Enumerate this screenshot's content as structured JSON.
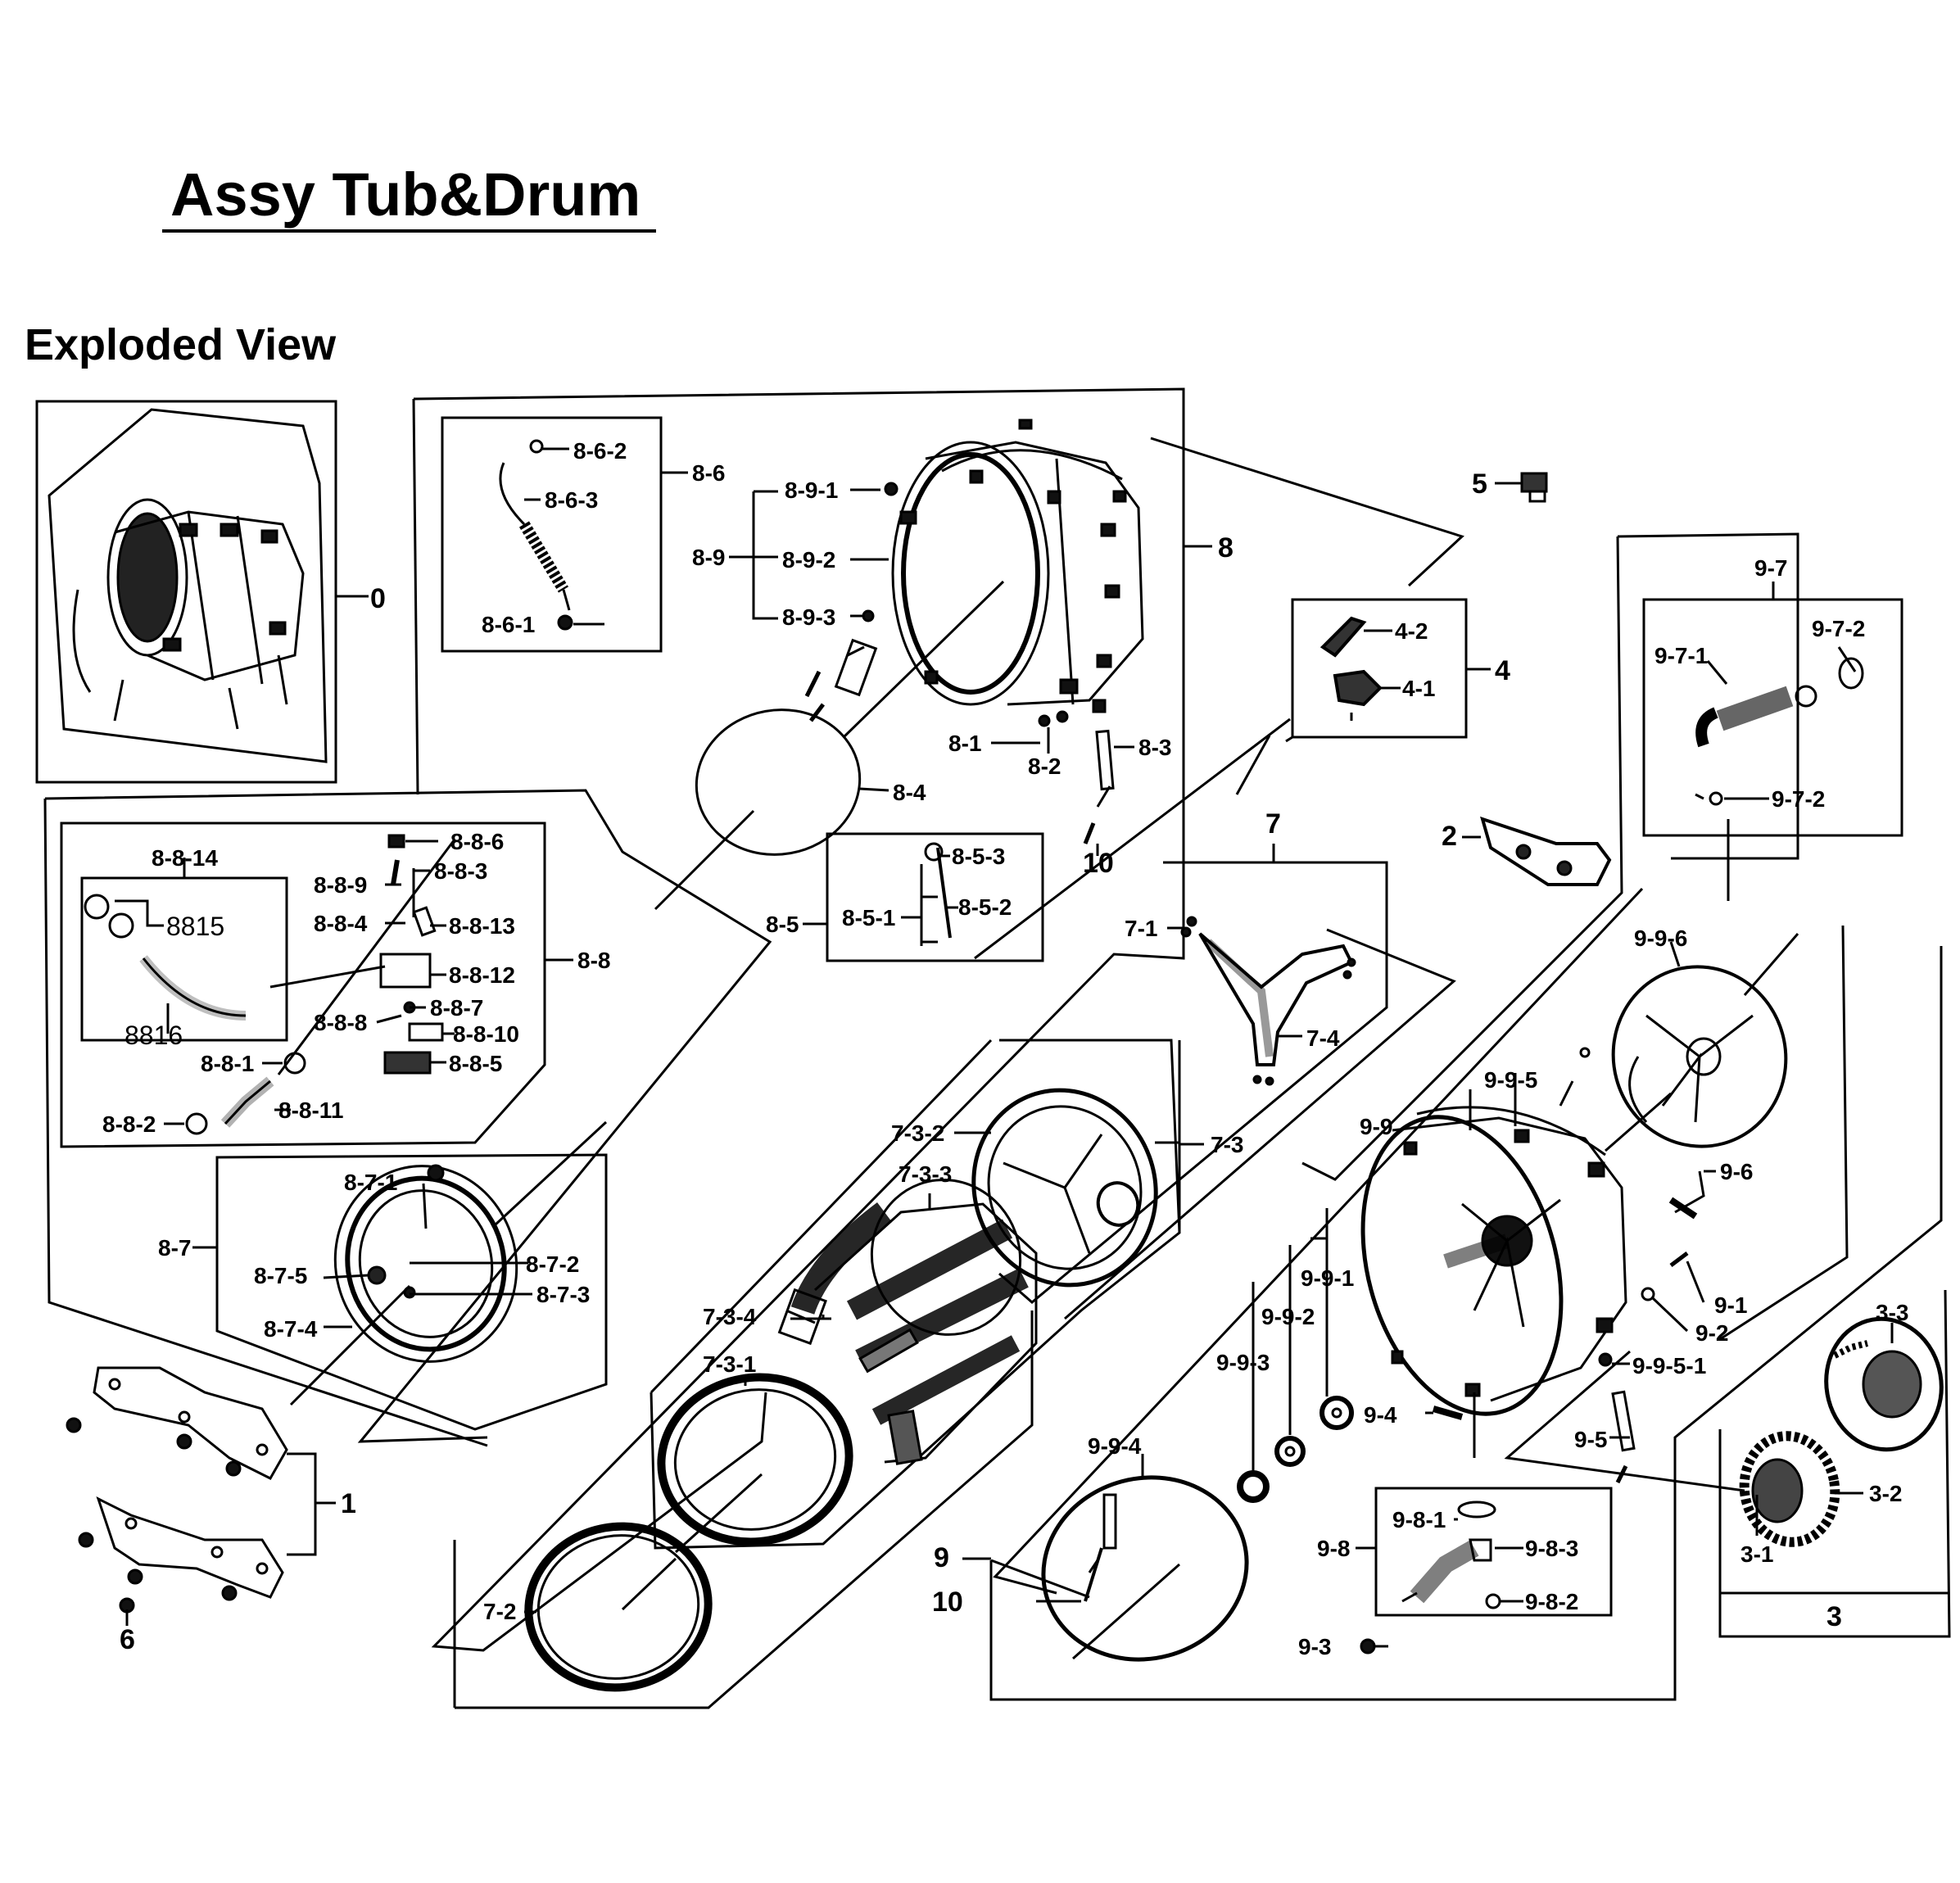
{
  "header": {
    "title": "Assy Tub&Drum",
    "subtitle": "Exploded View"
  },
  "labels": {
    "l0": "0",
    "l1": "1",
    "l2": "2",
    "l3": "3",
    "l3_1": "3-1",
    "l3_2": "3-2",
    "l3_3": "3-3",
    "l4": "4",
    "l4_1": "4-1",
    "l4_2": "4-2",
    "l5": "5",
    "l6": "6",
    "l7": "7",
    "l7_1": "7-1",
    "l7_2": "7-2",
    "l7_3": "7-3",
    "l7_3_1": "7-3-1",
    "l7_3_2": "7-3-2",
    "l7_3_3": "7-3-3",
    "l7_3_4": "7-3-4",
    "l7_4": "7-4",
    "l8": "8",
    "l8_1": "8-1",
    "l8_2": "8-2",
    "l8_3": "8-3",
    "l8_4": "8-4",
    "l8_5": "8-5",
    "l8_5_1": "8-5-1",
    "l8_5_2": "8-5-2",
    "l8_5_3": "8-5-3",
    "l8_6": "8-6",
    "l8_6_1": "8-6-1",
    "l8_6_2": "8-6-2",
    "l8_6_3": "8-6-3",
    "l8_7": "8-7",
    "l8_7_1": "8-7-1",
    "l8_7_2": "8-7-2",
    "l8_7_3": "8-7-3",
    "l8_7_4": "8-7-4",
    "l8_7_5": "8-7-5",
    "l8_8": "8-8",
    "l8_8_1": "8-8-1",
    "l8_8_2": "8-8-2",
    "l8_8_3": "8-8-3",
    "l8_8_4": "8-8-4",
    "l8_8_5": "8-8-5",
    "l8_8_6": "8-8-6",
    "l8_8_7": "8-8-7",
    "l8_8_8": "8-8-8",
    "l8_8_9": "8-8-9",
    "l8_8_10": "8-8-10",
    "l8_8_11": "8-8-11",
    "l8_8_12": "8-8-12",
    "l8_8_13": "8-8-13",
    "l8_8_14": "8-8-14",
    "l8815": "8815",
    "l8816": "8816",
    "l8_9": "8-9",
    "l8_9_1": "8-9-1",
    "l8_9_2": "8-9-2",
    "l8_9_3": "8-9-3",
    "l9": "9",
    "l9_1": "9-1",
    "l9_2": "9-2",
    "l9_3": "9-3",
    "l9_4": "9-4",
    "l9_5": "9-5",
    "l9_6": "9-6",
    "l9_7": "9-7",
    "l9_7_1": "9-7-1",
    "l9_7_2a": "9-7-2",
    "l9_7_2b": "9-7-2",
    "l9_8": "9-8",
    "l9_8_1": "9-8-1",
    "l9_8_2": "9-8-2",
    "l9_8_3": "9-8-3",
    "l9_9": "9-9",
    "l9_9_1": "9-9-1",
    "l9_9_2": "9-9-2",
    "l9_9_3": "9-9-3",
    "l9_9_4": "9-9-4",
    "l9_9_5": "9-9-5",
    "l9_9_5_1": "9-9-5-1",
    "l9_9_6": "9-9-6",
    "l10a": "10",
    "l10b": "10"
  }
}
